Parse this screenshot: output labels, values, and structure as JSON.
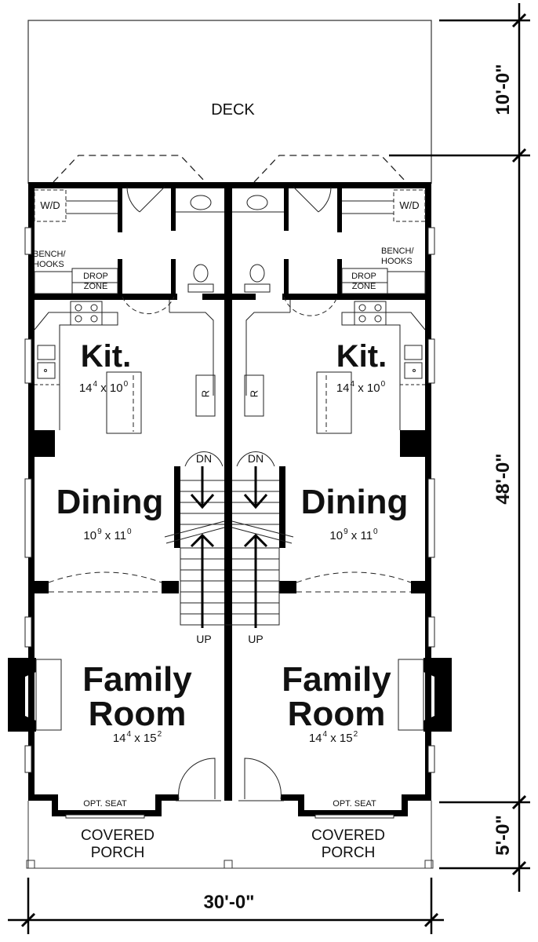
{
  "plan": {
    "deck_label": "DECK",
    "units": [
      {
        "side": "left",
        "laundry": "W/D",
        "bench": "BENCH/\nHOOKS",
        "bench_line1": "BENCH/",
        "bench_line2": "HOOKS",
        "drop_line1": "DROP",
        "drop_line2": "ZONE",
        "kitchen": {
          "name": "Kit.",
          "w": "14",
          "w_in": "4",
          "l": "x 10",
          "l_in": "0"
        },
        "dining": {
          "name": "Dining",
          "w": "10",
          "w_in": "9",
          "l": "x 11",
          "l_in": "0"
        },
        "family": {
          "name_line1": "Family",
          "name_line2": "Room",
          "w": "14",
          "w_in": "4",
          "l": "x 15",
          "l_in": "2"
        },
        "fridge": "R",
        "stairs_down": "DN",
        "stairs_up": "UP",
        "seat": "OPT. SEAT",
        "porch_line1": "COVERED",
        "porch_line2": "PORCH"
      },
      {
        "side": "right",
        "laundry": "W/D",
        "bench_line1": "BENCH/",
        "bench_line2": "HOOKS",
        "drop_line1": "DROP",
        "drop_line2": "ZONE",
        "kitchen": {
          "name": "Kit.",
          "w": "14",
          "w_in": "4",
          "l": "x 10",
          "l_in": "0"
        },
        "dining": {
          "name": "Dining",
          "w": "10",
          "w_in": "9",
          "l": "x 11",
          "l_in": "0"
        },
        "family": {
          "name_line1": "Family",
          "name_line2": "Room",
          "w": "14",
          "w_in": "4",
          "l": "x 15",
          "l_in": "2"
        },
        "fridge": "R",
        "stairs_down": "DN",
        "stairs_up": "UP",
        "seat": "OPT. SEAT",
        "porch_line1": "COVERED",
        "porch_line2": "PORCH"
      }
    ],
    "dimensions": {
      "deck_depth": "10'-0\"",
      "house_depth": "48'-0\"",
      "porch_depth": "5'-0\"",
      "overall_width": "30'-0\""
    }
  },
  "colors": {
    "wall": "#000000",
    "line": "#111111",
    "background": "#ffffff"
  }
}
